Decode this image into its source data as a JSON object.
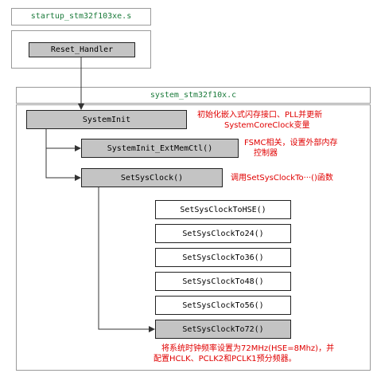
{
  "startup_file": {
    "title": "startup_stm32f103xe.s",
    "reset_handler": "Reset_Handler"
  },
  "system_file": {
    "title": "system_stm32f10x.c"
  },
  "functions": {
    "system_init": "SystemInit",
    "ext_mem_ctl": "SystemInit_ExtMemCtl()",
    "set_sys_clock": "SetSysClock()",
    "clock_variants": [
      "SetSysClockToHSE()",
      "SetSysClockTo24()",
      "SetSysClockTo36()",
      "SetSysClockTo48()",
      "SetSysClockTo56()",
      "SetSysClockTo72()"
    ]
  },
  "notes": {
    "system_init": [
      "初始化嵌入式闪存接口、PLL并更新",
      "SystemCoreClock变量"
    ],
    "ext_mem_ctl": [
      "FSMC相关，设置外部内存",
      "控制器"
    ],
    "set_sys_clock": [
      "调用SetSysClockTo···()函数"
    ],
    "clock_72": [
      "将系统时钟频率设置为72MHz(HSE=8Mhz)，并",
      "配置HCLK、PCLK2和PCLK1预分频器。"
    ]
  },
  "colors": {
    "note_text": "#e00000",
    "frame_title_text": "#1a7a3a",
    "gray_box": "#c4c4c4",
    "frame_border": "#9a9a9a"
  }
}
